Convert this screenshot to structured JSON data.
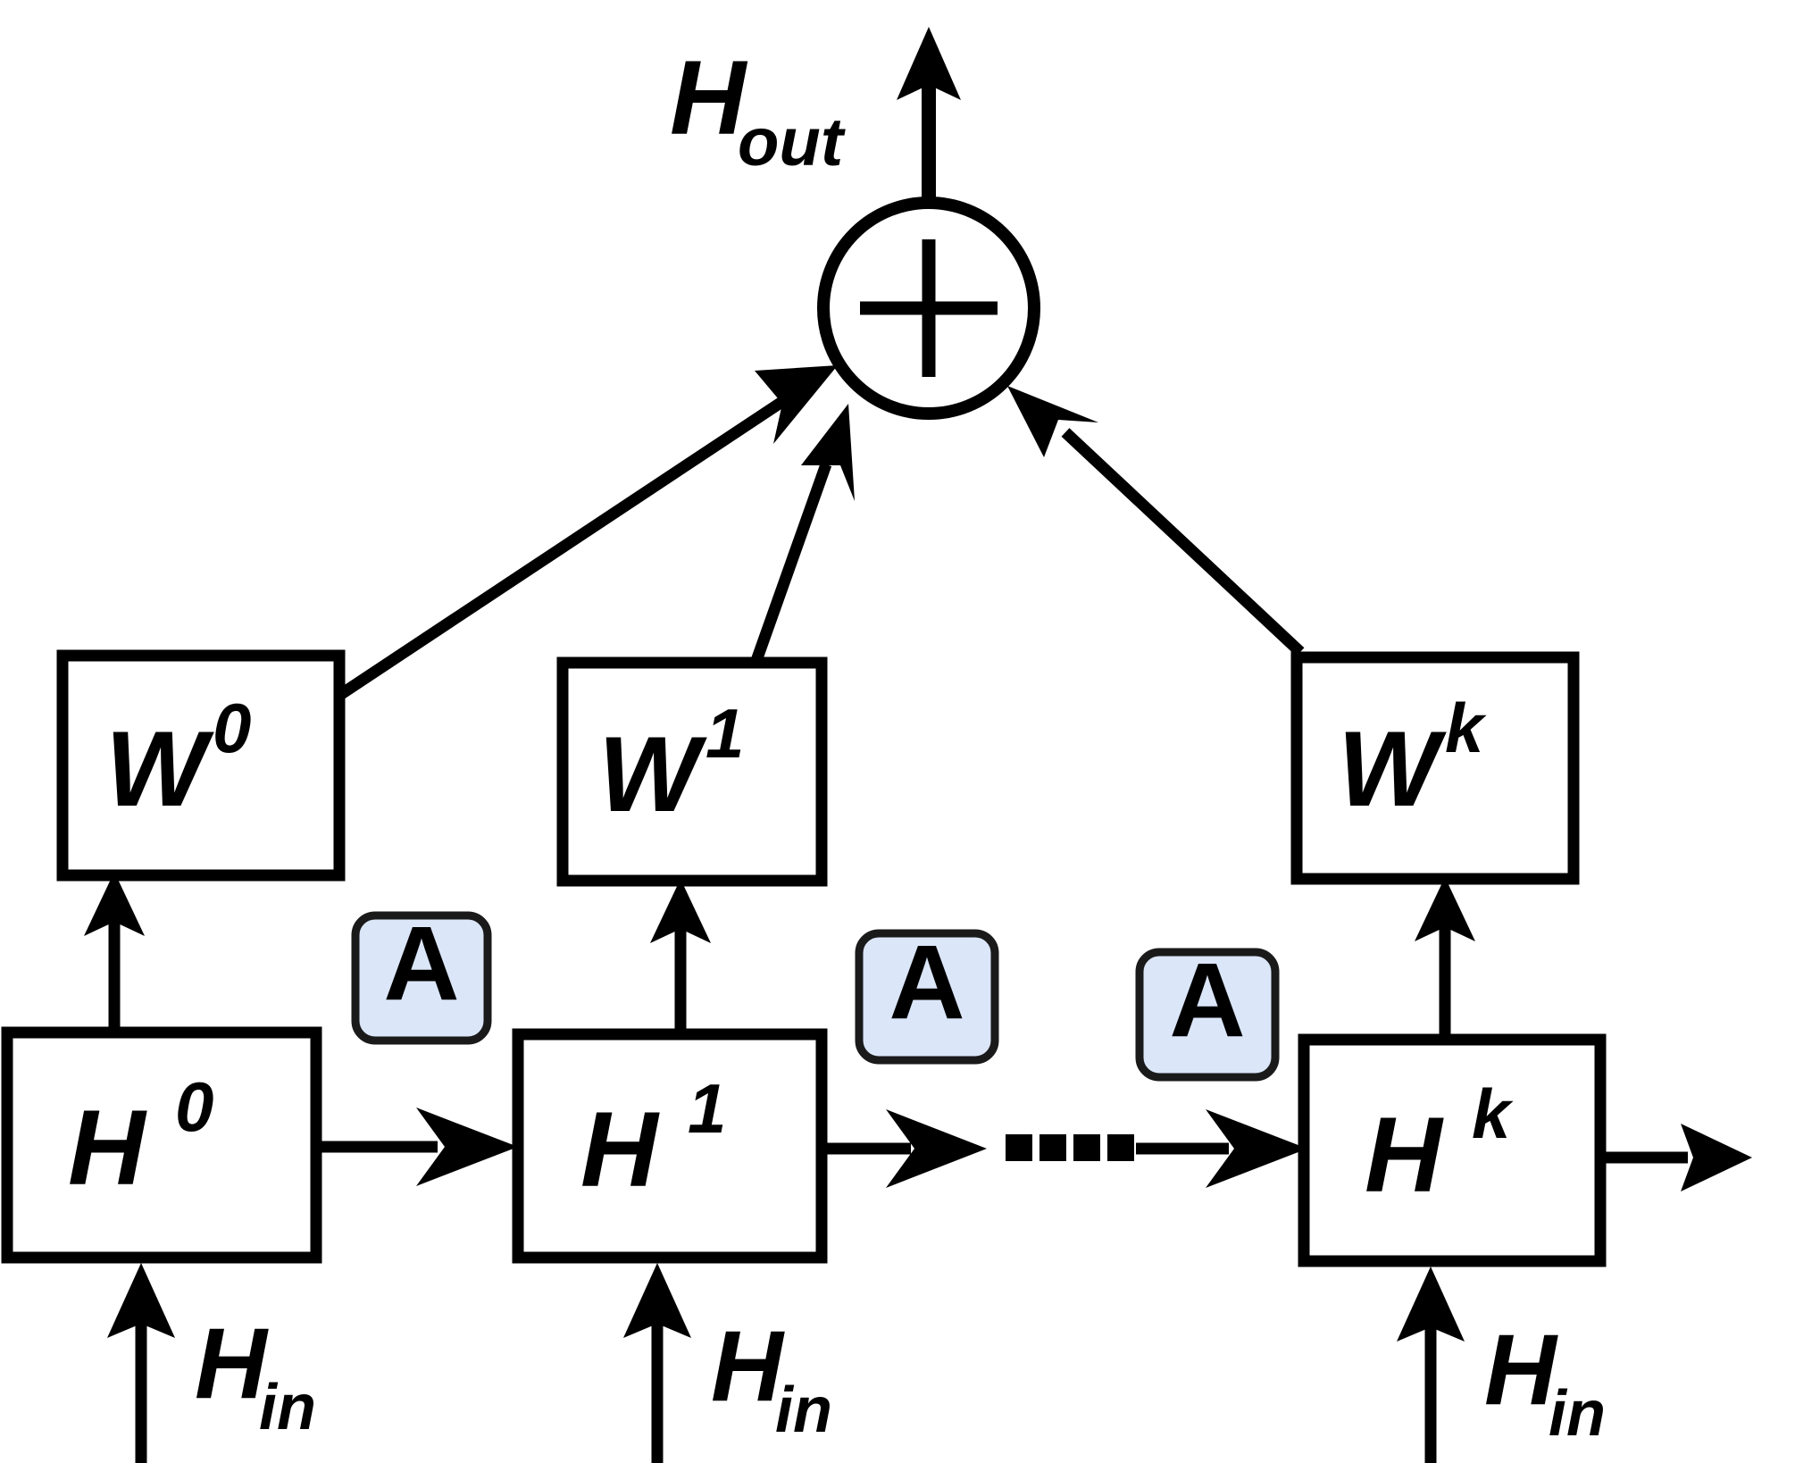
{
  "diagram": {
    "title_label": "H",
    "output": {
      "base": "H",
      "sub": "out",
      "name": "H_out"
    },
    "sum_node": {
      "symbol": "+",
      "shape": "circle",
      "name": "summation"
    },
    "weight_nodes": [
      {
        "base": "W",
        "sup": "0",
        "label": "W^0"
      },
      {
        "base": "W",
        "sup": "1",
        "label": "W^1"
      },
      {
        "base": "W",
        "sup": "k",
        "label": "W^k"
      }
    ],
    "hidden_nodes": [
      {
        "base": "H",
        "sup": "0",
        "label": "H^0"
      },
      {
        "base": "H",
        "sup": "1",
        "label": "H^1"
      },
      {
        "base": "H",
        "sup": "k",
        "label": "H^k"
      }
    ],
    "adjacency_badges": [
      {
        "letter": "A"
      },
      {
        "letter": "A"
      },
      {
        "letter": "A"
      }
    ],
    "inputs": [
      {
        "base": "H",
        "sub": "in",
        "label": "H_in"
      },
      {
        "base": "H",
        "sub": "in",
        "label": "H_in"
      },
      {
        "base": "H",
        "sub": "in",
        "label": "H_in"
      }
    ],
    "ellipsis": "....",
    "colors": {
      "badge_fill": "#dbe6f9",
      "badge_stroke": "#1a1a1a",
      "stroke": "#000000",
      "background": "#ffffff"
    }
  }
}
